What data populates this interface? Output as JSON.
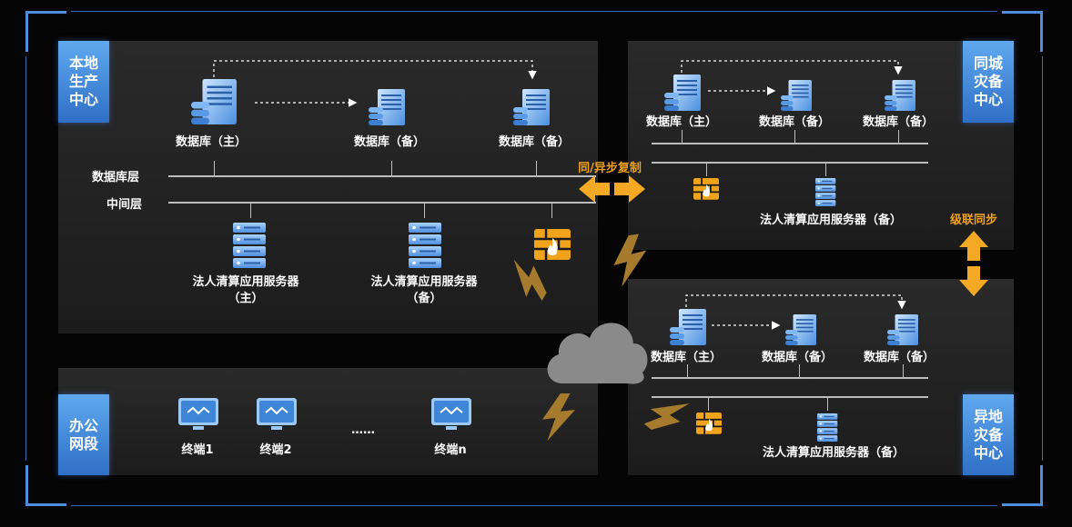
{
  "local_center": {
    "badge": "本地\n生产\n中心",
    "db_primary": "数据库（主）",
    "db_backup_1": "数据库（备）",
    "db_backup_2": "数据库（备）",
    "layer_db": "数据库层",
    "layer_middle": "中间层",
    "server_primary": "法人清算应用服务器\n（主）",
    "server_backup": "法人清算应用服务器\n（备）"
  },
  "office": {
    "badge": "办公\n网段",
    "terminal_1": "终端1",
    "terminal_2": "终端2",
    "ellipsis": "……",
    "terminal_n": "终端n"
  },
  "same_city": {
    "badge": "同城\n灾备\n中心",
    "db_primary": "数据库（主）",
    "db_backup_1": "数据库（备）",
    "db_backup_2": "数据库（备）",
    "server_backup": "法人清算应用服务器（备）"
  },
  "remote": {
    "badge": "异地\n灾备\n中心",
    "db_primary": "数据库（主）",
    "db_backup_1": "数据库（备）",
    "db_backup_2": "数据库（备）",
    "server_backup": "法人清算应用服务器（备）"
  },
  "connectors": {
    "sync_label": "同/异步复制",
    "cascade_label": "级联同步"
  },
  "colors": {
    "accent_blue": "#4a90e2",
    "arrow_orange": "#f4a823",
    "cloud_gray": "#8a8a8a",
    "lightning": "#a07a2c"
  },
  "icons": {
    "database_server": "database-server-icon",
    "app_server": "server-rack-icon",
    "firewall": "firewall-icon",
    "terminal": "monitor-icon",
    "cloud": "cloud-icon",
    "lightning": "lightning-icon"
  }
}
